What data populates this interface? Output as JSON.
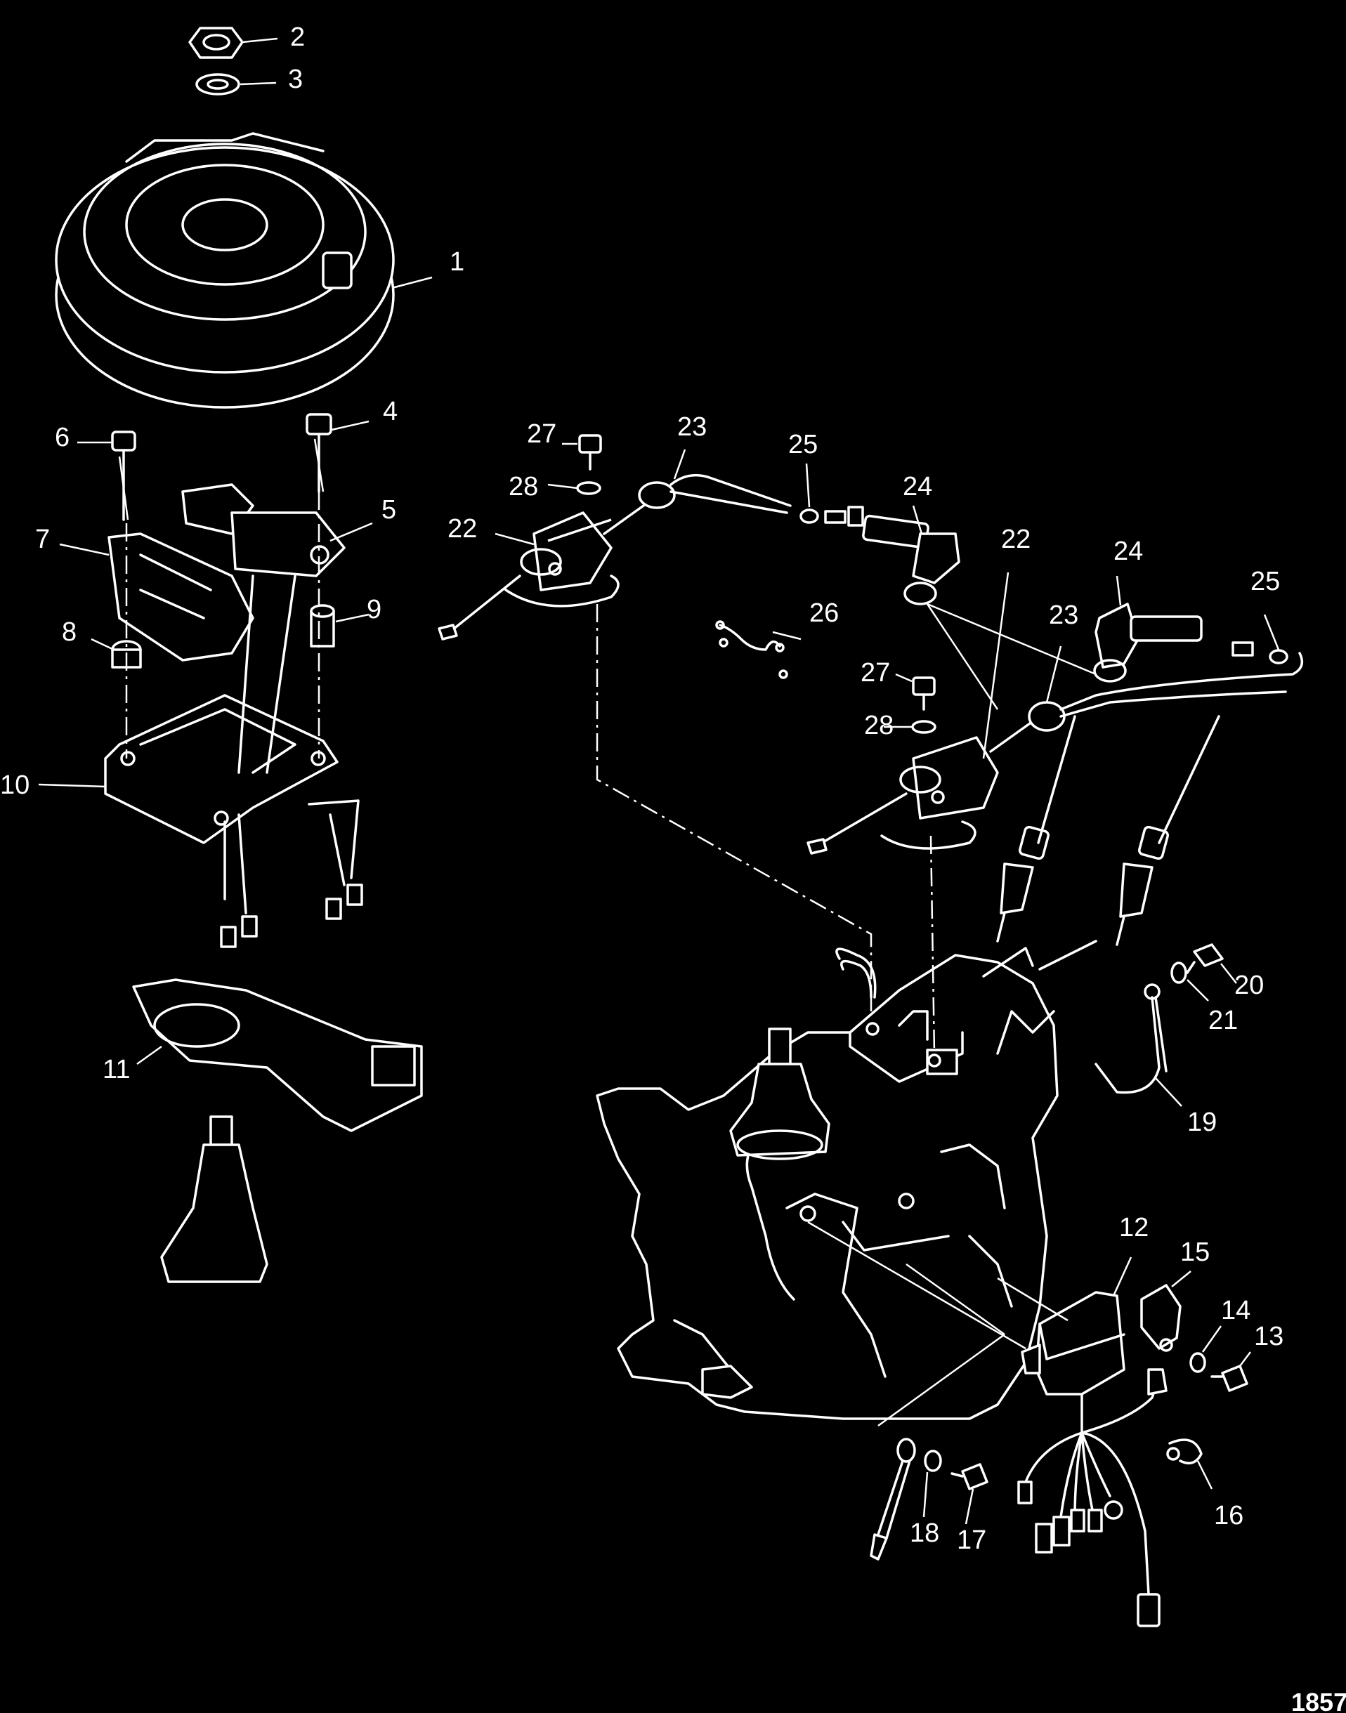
{
  "callouts": {
    "c1": "1",
    "c2": "2",
    "c3": "3",
    "c4": "4",
    "c5": "5",
    "c6": "6",
    "c7": "7",
    "c8": "8",
    "c9": "9",
    "c10": "10",
    "c11": "11",
    "c12": "12",
    "c13": "13",
    "c14": "14",
    "c15": "15",
    "c16": "16",
    "c17": "17",
    "c18": "18",
    "c19": "19",
    "c20": "20",
    "c21": "21",
    "c22a": "22",
    "c22b": "22",
    "c23a": "23",
    "c23b": "23",
    "c24a": "24",
    "c24b": "24",
    "c25a": "25",
    "c25b": "25",
    "c26": "26",
    "c27a": "27",
    "c27b": "27",
    "c28a": "28",
    "c28b": "28"
  },
  "figure_code": "1857",
  "colors": {
    "background": "#000000",
    "linework": "#ffffff"
  }
}
